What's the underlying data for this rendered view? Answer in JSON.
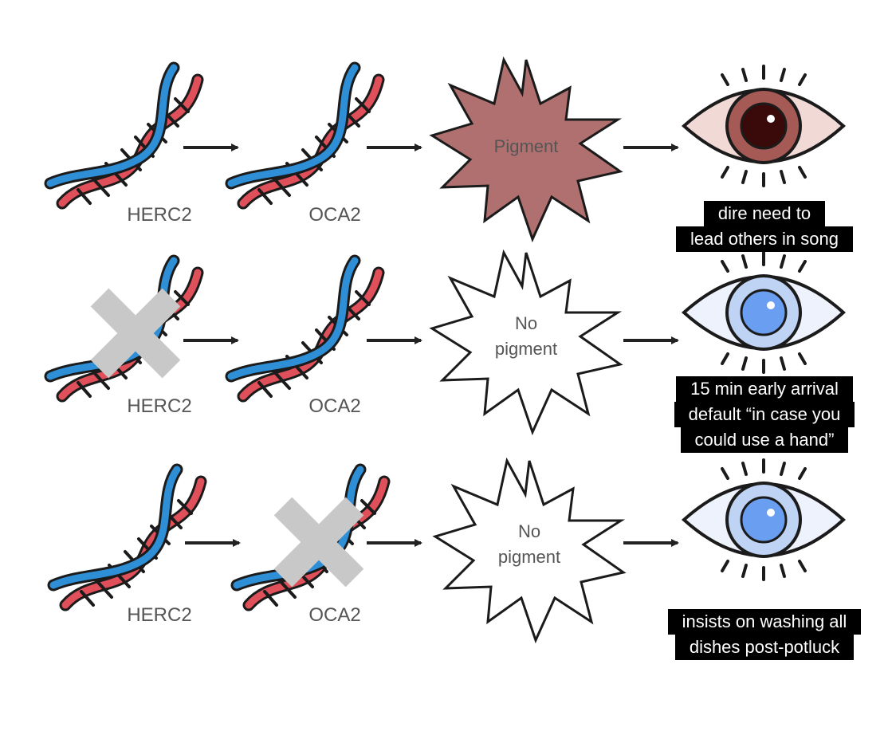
{
  "rows": [
    {
      "gene1": "HERC2",
      "gene2": "OCA2",
      "burst_lines": [
        "Pigment"
      ],
      "burst_fill": "#b07070",
      "eye": "brown",
      "caption_lines": [
        "dire need to",
        "lead others in song"
      ]
    },
    {
      "gene1": "HERC2",
      "gene2": "OCA2",
      "burst_lines": [
        "No",
        "pigment"
      ],
      "burst_fill": "#ffffff",
      "eye": "blue",
      "caption_lines": [
        "15 min early arrival",
        "default “in case you",
        "could use a hand”"
      ]
    },
    {
      "gene1": "HERC2",
      "gene2": "OCA2",
      "burst_lines": [
        "No",
        "pigment"
      ],
      "burst_fill": "#ffffff",
      "eye": "blue",
      "caption_lines": [
        "insists on washing all",
        "dishes post-potluck"
      ]
    }
  ],
  "colors": {
    "dna_red": "#e0505a",
    "dna_blue": "#2f8fd6",
    "cross": "#c8c8c8",
    "brown_eye_white": "#f1d9d6",
    "brown_iris": "#a55a55",
    "brown_pupil": "#3a0a0a",
    "blue_eye_white": "#edf2fc",
    "blue_iris": "#bfd3f4",
    "blue_pupil": "#6a9ef0"
  }
}
